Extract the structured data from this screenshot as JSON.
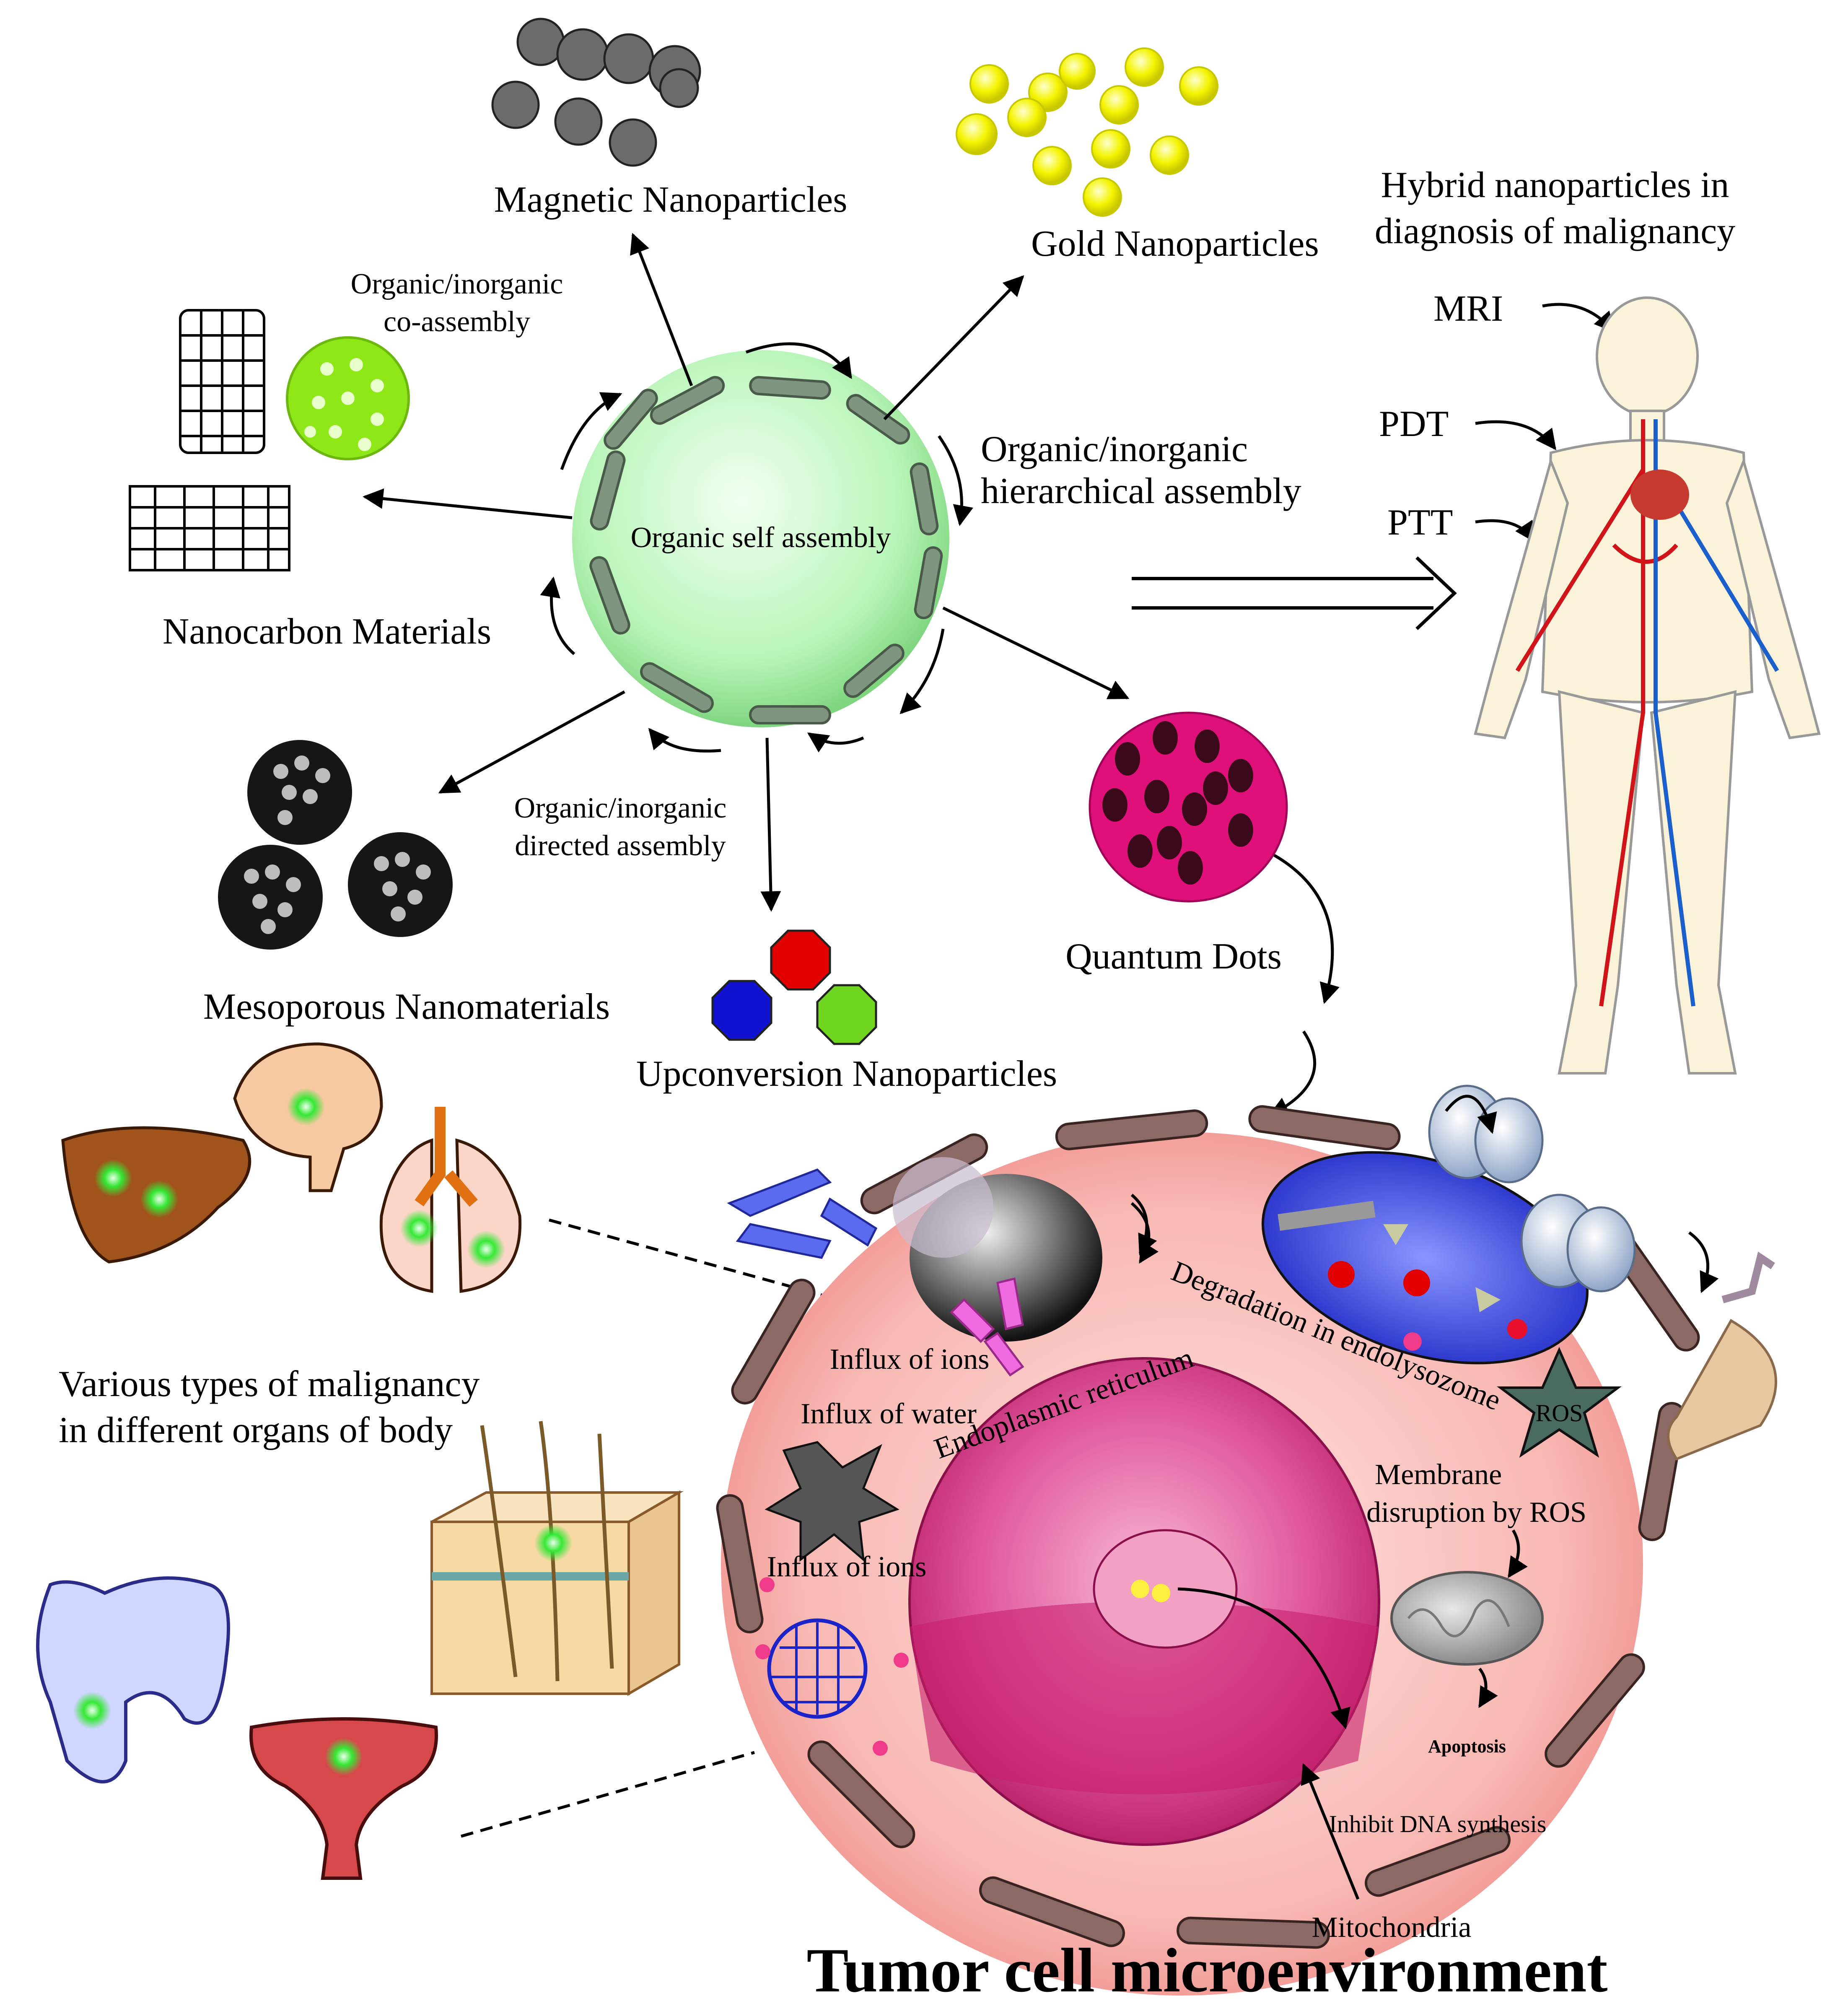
{
  "center": {
    "label": "Organic self assembly"
  },
  "nanomaterials": {
    "magnetic": "Magnetic Nanoparticles",
    "gold": "Gold Nanoparticles",
    "nanocarbon": "Nanocarbon Materials",
    "mesoporous": "Mesoporous Nanomaterials",
    "upconversion": "Upconversion Nanoparticles",
    "quantum_dots": "Quantum Dots"
  },
  "assembly": {
    "co_assembly": [
      "Organic/inorganic",
      "co-assembly"
    ],
    "hierarchical": [
      "Organic/inorganic",
      "hierarchical assembly"
    ],
    "directed": [
      "Organic/inorganic",
      "directed assembly"
    ]
  },
  "diagnosis": {
    "title": [
      "Hybrid nanoparticles in",
      "diagnosis of malignancy"
    ],
    "methods": [
      "MRI",
      "PDT",
      "PTT"
    ]
  },
  "organs": {
    "caption": [
      "Various types of malignancy",
      "in different organs of body"
    ]
  },
  "cell": {
    "title": "Tumor cell microenvironment",
    "influx_ions_top": "Influx of ions",
    "influx_water": "Influx of water",
    "influx_ions_bottom": "Influx of ions",
    "er": "Endoplasmic reticulum",
    "degradation": "Degradation in endolysozome",
    "ros": "ROS",
    "membrane": [
      "Membrane",
      "disruption by ROS"
    ],
    "apoptosis": "Apoptosis",
    "dna": "Inhibit DNA synthesis",
    "mitochondria": "Mitochondria"
  },
  "colors": {
    "gold": "#f4f400",
    "center_sphere": "#c9f7c9",
    "quantum_dot": "#e0107a",
    "cell": "#f7b3b0",
    "nucleus": "#d92f7e",
    "endosome": "#2e3bd6",
    "uc_red": "#e00000",
    "uc_blue": "#1010d0",
    "uc_green": "#6fd61f"
  }
}
